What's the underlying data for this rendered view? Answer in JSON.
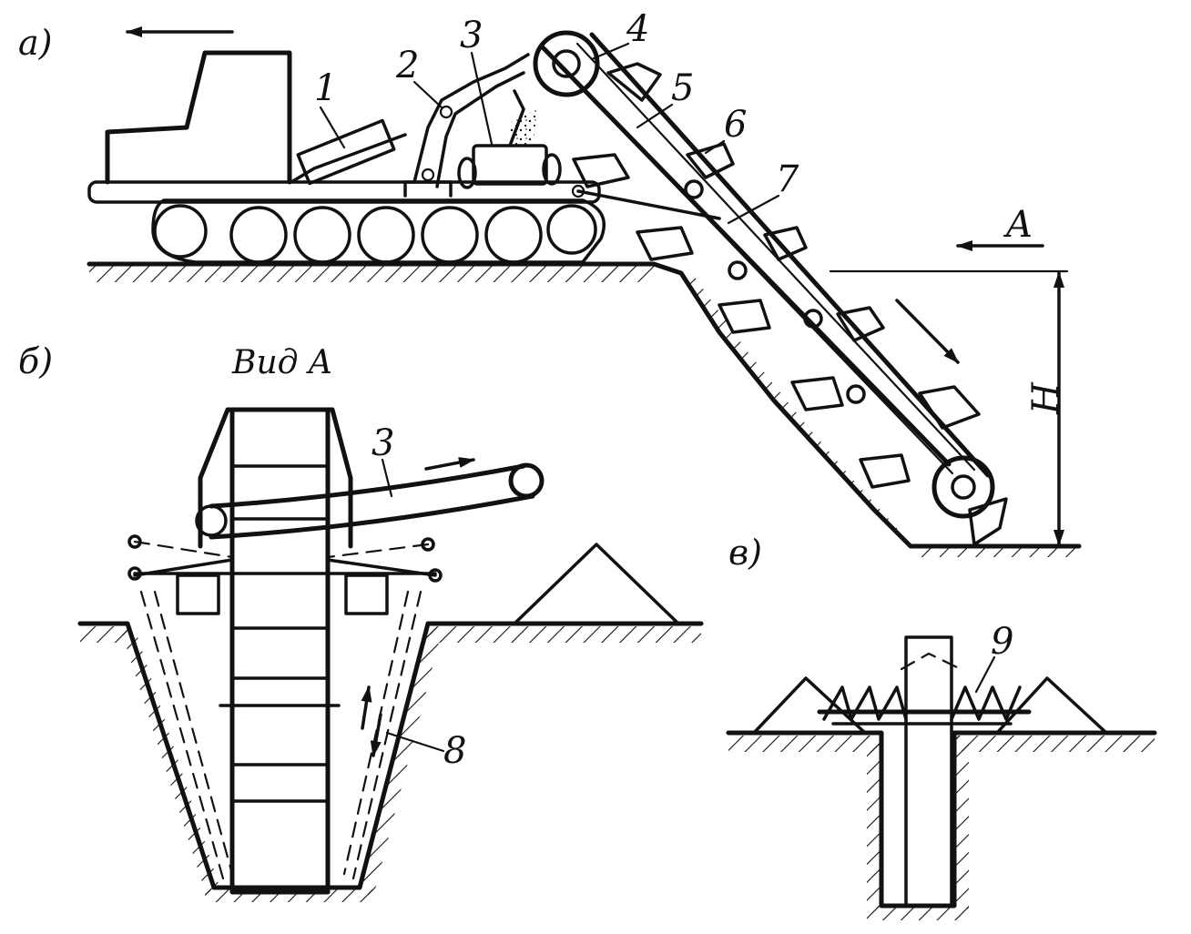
{
  "sections": {
    "a": "а)",
    "b": "б)",
    "v": "в)"
  },
  "view_caption": "Вид A",
  "labels": {
    "n1": "1",
    "n2": "2",
    "n3": "3",
    "n3b": "3",
    "n4": "4",
    "n5": "5",
    "n6": "6",
    "n7": "7",
    "n8": "8",
    "n9": "9",
    "view_arrow": "A",
    "height": "H"
  }
}
